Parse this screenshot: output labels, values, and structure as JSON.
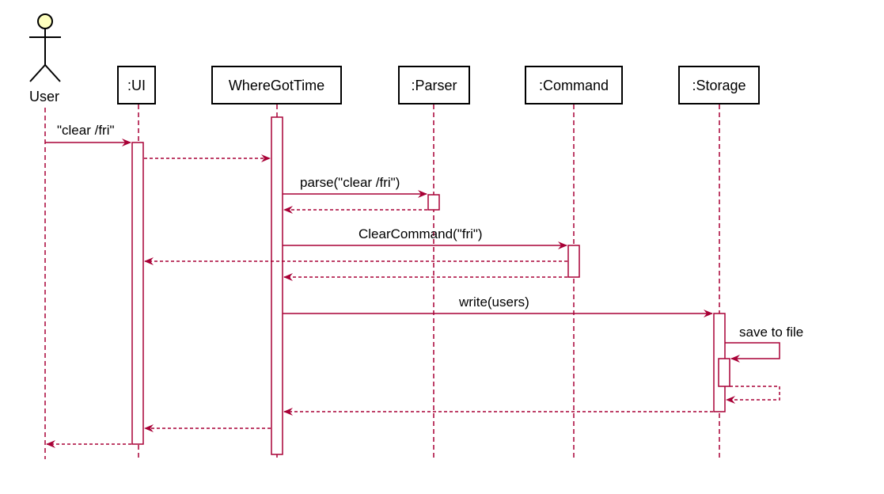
{
  "diagram": {
    "type": "sequence",
    "accent_color": "#a80036",
    "actor_fill": "#feffbe",
    "actor": {
      "label": "User",
      "icon": "stick-figure-icon"
    },
    "participants": [
      {
        "id": "ui",
        "label": ":UI"
      },
      {
        "id": "wgt",
        "label": "WhereGotTime"
      },
      {
        "id": "parser",
        "label": ":Parser"
      },
      {
        "id": "command",
        "label": ":Command"
      },
      {
        "id": "storage",
        "label": ":Storage"
      }
    ],
    "messages": [
      {
        "from": "user",
        "to": "ui",
        "label": "\"clear /fri\"",
        "kind": "call"
      },
      {
        "from": "ui",
        "to": "wgt",
        "label": "",
        "kind": "return"
      },
      {
        "from": "wgt",
        "to": "parser",
        "label": "parse(\"clear /fri\")",
        "kind": "call"
      },
      {
        "from": "parser",
        "to": "wgt",
        "label": "",
        "kind": "return"
      },
      {
        "from": "wgt",
        "to": "command",
        "label": "ClearCommand(\"fri\")",
        "kind": "call"
      },
      {
        "from": "command",
        "to": "ui",
        "label": "",
        "kind": "return"
      },
      {
        "from": "command",
        "to": "wgt",
        "label": "",
        "kind": "return"
      },
      {
        "from": "wgt",
        "to": "storage",
        "label": "write(users)",
        "kind": "call"
      },
      {
        "from": "storage",
        "to": "storage",
        "label": "save to file",
        "kind": "self-call"
      },
      {
        "from": "storage",
        "to": "storage",
        "label": "",
        "kind": "self-return"
      },
      {
        "from": "storage",
        "to": "wgt",
        "label": "",
        "kind": "return"
      },
      {
        "from": "wgt",
        "to": "ui",
        "label": "",
        "kind": "return"
      },
      {
        "from": "ui",
        "to": "user",
        "label": "",
        "kind": "return"
      }
    ]
  }
}
